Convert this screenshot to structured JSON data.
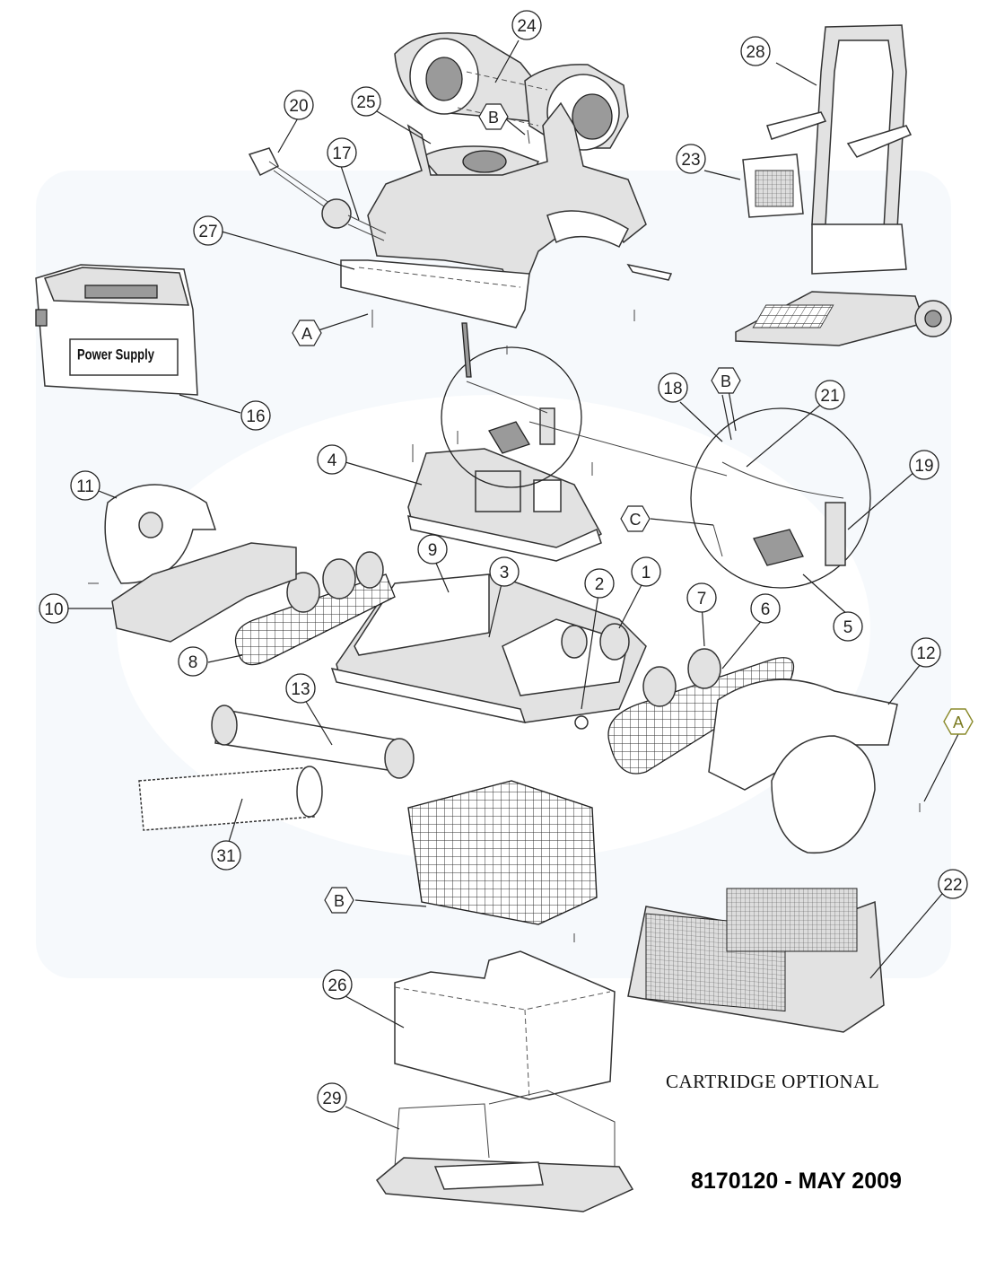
{
  "callouts": [
    "24",
    "28",
    "20",
    "25",
    "17",
    "23",
    "27",
    "16",
    "18",
    "21",
    "11",
    "4",
    "19",
    "10",
    "9",
    "3",
    "2",
    "1",
    "7",
    "6",
    "8",
    "13",
    "12",
    "31",
    "22",
    "26",
    "29",
    "5"
  ],
  "hex_labels": [
    "A",
    "B",
    "B",
    "C",
    "B",
    "A"
  ],
  "power_supply_label": "Power Supply",
  "cartridge_note": "CARTRIDGE OPTIONAL",
  "document_code": "8170120 - MAY 2009"
}
